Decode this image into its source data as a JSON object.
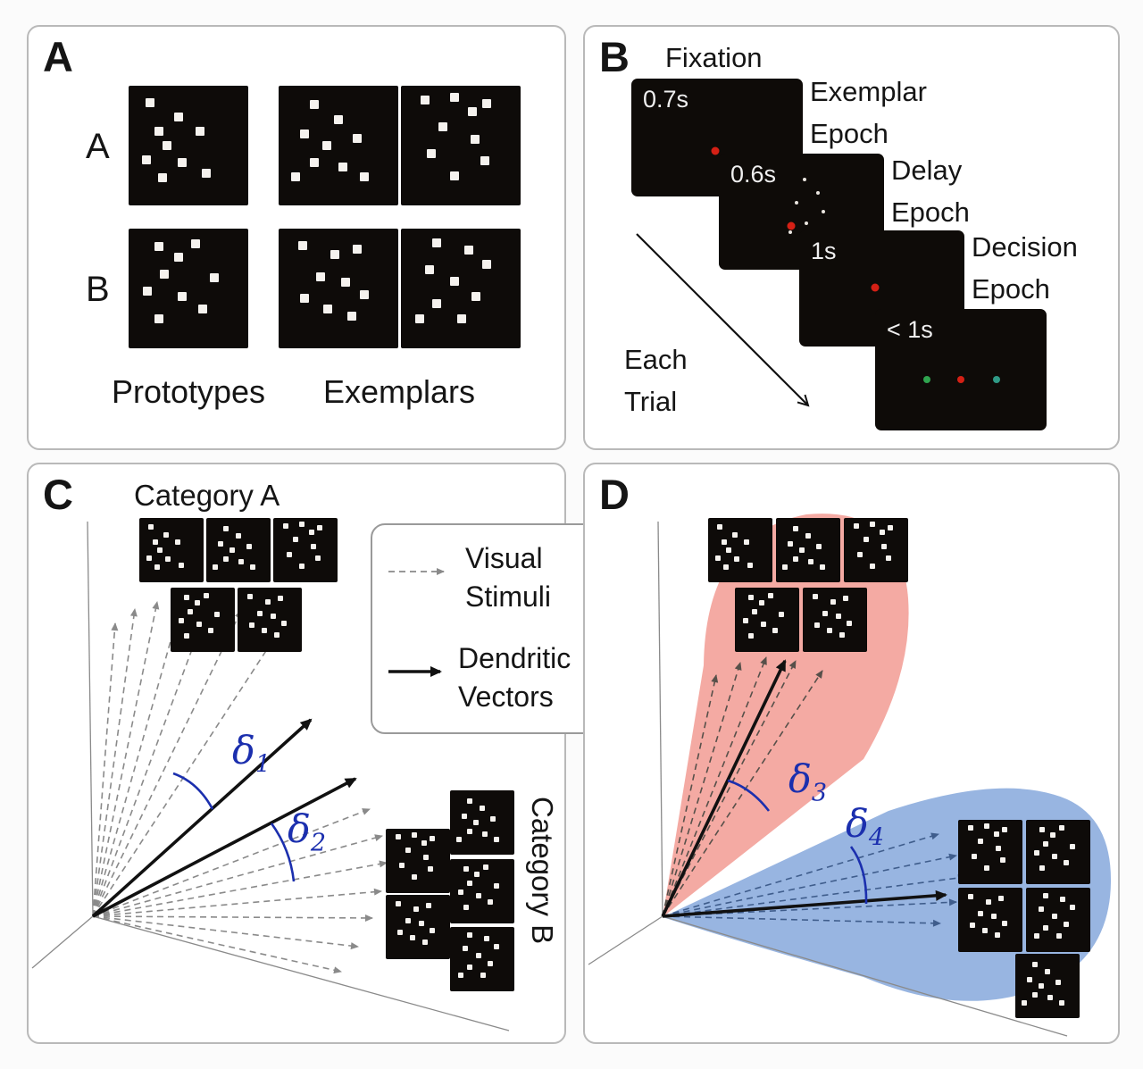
{
  "colors": {
    "delta_blue": "#1b2fae",
    "category_a_region": "#f2978f",
    "category_b_region": "#86a8dc",
    "fixation_dot_red": "#d42015",
    "go_dot_green": "#2fa44f",
    "go_dot_teal": "#2f9a86",
    "stimulus_background": "#0e0b09"
  },
  "panelA": {
    "letter": "A",
    "row1_label": "A",
    "row2_label": "B",
    "caption_left": "Prototypes",
    "caption_right": "Exemplars"
  },
  "panelB": {
    "letter": "B",
    "fixation_label": "Fixation",
    "screens": [
      {
        "time": "0.7s"
      },
      {
        "time": "0.6s"
      },
      {
        "time": "1s"
      },
      {
        "time": "< 1s"
      }
    ],
    "epochs": [
      {
        "line1": "Exemplar",
        "line2": "Epoch"
      },
      {
        "line1": "Delay",
        "line2": "Epoch"
      },
      {
        "line1": "Decision",
        "line2": "Epoch"
      }
    ],
    "each_trial": {
      "line1": "Each",
      "line2": "Trial"
    }
  },
  "panelC": {
    "letter": "C",
    "category_a": "Category A",
    "category_b": "Category B",
    "legend": {
      "visual": {
        "line1": "Visual",
        "line2": "Stimuli"
      },
      "dendritic": {
        "line1": "Dendritic",
        "line2": "Vectors"
      }
    },
    "delta1": {
      "sym": "δ",
      "sub": "1"
    },
    "delta2": {
      "sym": "δ",
      "sub": "2"
    }
  },
  "panelD": {
    "letter": "D",
    "delta3": {
      "sym": "δ",
      "sub": "3"
    },
    "delta4": {
      "sym": "δ",
      "sub": "4"
    }
  },
  "stimuli": {
    "s1": [
      [
        18,
        14
      ],
      [
        42,
        26
      ],
      [
        25,
        38
      ],
      [
        32,
        50
      ],
      [
        15,
        62
      ],
      [
        60,
        38
      ],
      [
        45,
        64
      ],
      [
        28,
        77
      ],
      [
        65,
        73
      ]
    ],
    "s2": [
      [
        30,
        16
      ],
      [
        50,
        28
      ],
      [
        22,
        40
      ],
      [
        40,
        50
      ],
      [
        66,
        44
      ],
      [
        30,
        64
      ],
      [
        54,
        68
      ],
      [
        72,
        76
      ],
      [
        14,
        76
      ]
    ],
    "s3": [
      [
        20,
        12
      ],
      [
        45,
        10
      ],
      [
        60,
        22
      ],
      [
        72,
        15
      ],
      [
        35,
        34
      ],
      [
        62,
        45
      ],
      [
        25,
        57
      ],
      [
        70,
        63
      ],
      [
        45,
        75
      ]
    ],
    "s4": [
      [
        25,
        15
      ],
      [
        42,
        24
      ],
      [
        56,
        13
      ],
      [
        30,
        38
      ],
      [
        16,
        52
      ],
      [
        45,
        57
      ],
      [
        62,
        67
      ],
      [
        25,
        75
      ],
      [
        72,
        41
      ]
    ],
    "s5": [
      [
        20,
        14
      ],
      [
        47,
        22
      ],
      [
        66,
        17
      ],
      [
        35,
        40
      ],
      [
        56,
        45
      ],
      [
        22,
        58
      ],
      [
        41,
        67
      ],
      [
        61,
        73
      ],
      [
        72,
        55
      ]
    ],
    "s6": [
      [
        30,
        12
      ],
      [
        57,
        18
      ],
      [
        72,
        30
      ],
      [
        24,
        34
      ],
      [
        45,
        44
      ],
      [
        63,
        57
      ],
      [
        30,
        63
      ],
      [
        51,
        75
      ],
      [
        16,
        75
      ]
    ],
    "s7": [
      [
        52,
        22
      ],
      [
        60,
        34
      ],
      [
        47,
        42
      ],
      [
        63,
        50
      ],
      [
        53,
        60
      ],
      [
        43,
        68
      ],
      [
        60,
        72
      ]
    ]
  }
}
